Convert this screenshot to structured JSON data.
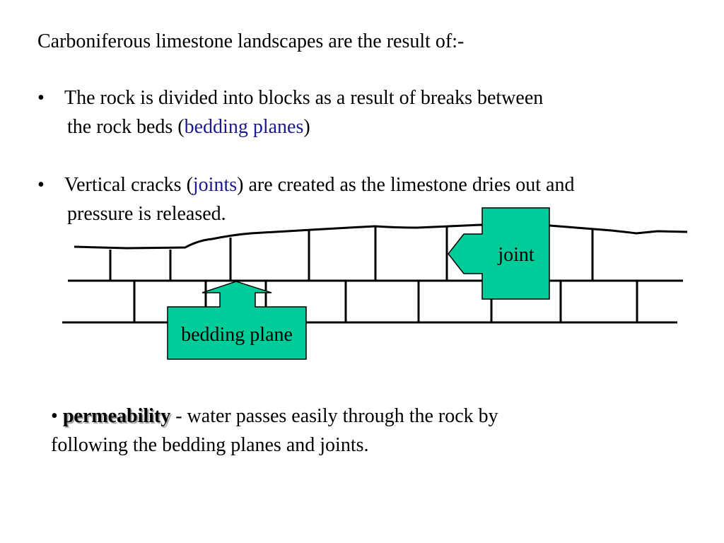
{
  "slide": {
    "intro": "Carboniferous limestone landscapes are the result of:-",
    "bullet_char": "•",
    "bullet1": {
      "line1": "The rock is divided into blocks as a result of breaks between",
      "line2_prefix": "the rock beds (",
      "term": "bedding planes",
      "line2_suffix": ")"
    },
    "bullet2": {
      "prefix": "Vertical cracks (",
      "term": "joints",
      "suffix": ") are created as the limestone dries out and",
      "line2": "pressure is released."
    },
    "bullet3": {
      "term": "permeability",
      "text1": " - water passes easily through the rock by",
      "line2": "following the bedding planes and joints."
    }
  },
  "diagram": {
    "joint_label": "joint",
    "bedding_plane_label": "bedding plane",
    "callout_color": "#00cc99",
    "term_color": "#1a1a8c"
  }
}
